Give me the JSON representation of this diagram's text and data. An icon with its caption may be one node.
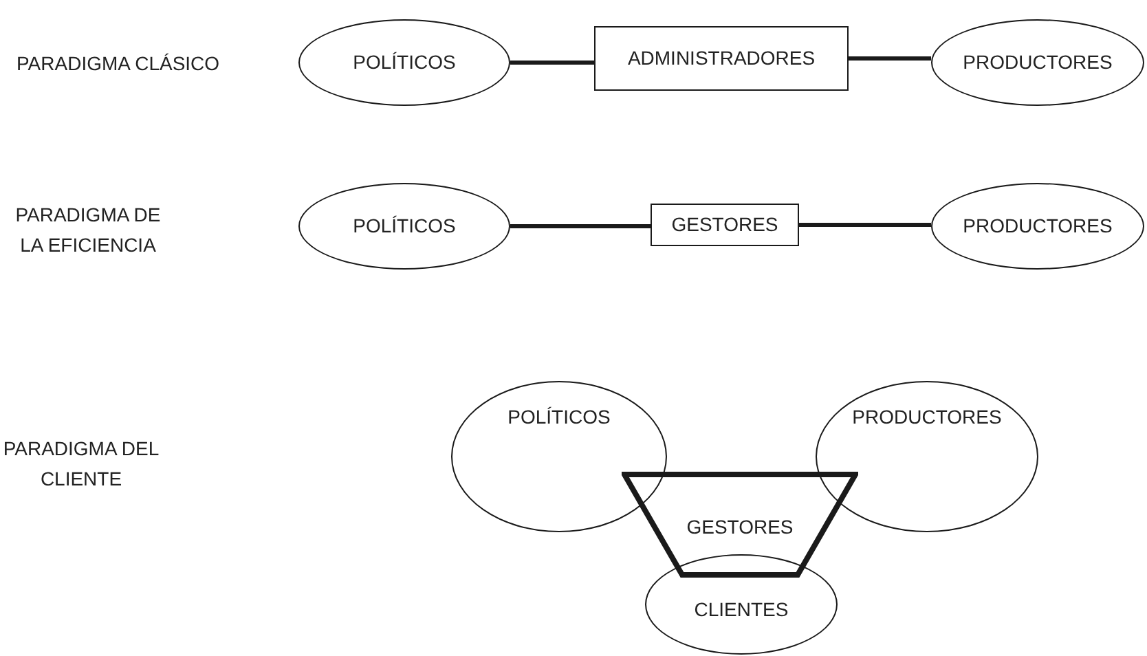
{
  "diagram": {
    "nodes": [
      {
        "text": [
          "POLÍTICOS"
        ]
      },
      {
        "text": [
          "ADMINISTRADORES"
        ]
      },
      {
        "text": [
          "PRODUCTORES"
        ]
      },
      {
        "text": [
          "POLÍTICOS"
        ]
      },
      {
        "text": [
          "GESTORES"
        ]
      },
      {
        "text": [
          "PRODUCTORES"
        ]
      },
      {
        "text": [
          "POLÍTICOS"
        ]
      },
      {
        "text": [
          "PRODUCTORES"
        ]
      },
      {
        "text": [
          "GESTORES"
        ]
      },
      {
        "text": [
          "CLIENTES"
        ]
      }
    ],
    "edges": [
      {
        "from": 0,
        "to": 1,
        "arrow": "none"
      },
      {
        "from": 1,
        "to": 2,
        "arrow": "none"
      },
      {
        "from": 3,
        "to": 4,
        "arrow": "none"
      },
      {
        "from": 4,
        "to": 5,
        "arrow": "none"
      }
    ],
    "labels": [
      "PARADIGMA CLÁSICO",
      "PARADIGMA DE LA EFICIENCIA",
      "PARADIGMA DEL CLIENTE"
    ]
  }
}
